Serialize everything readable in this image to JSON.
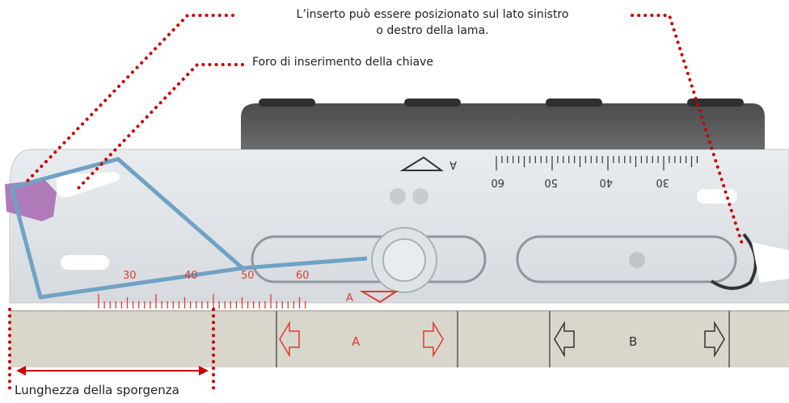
{
  "callouts": {
    "insert_side_line1": "L’inserto può essere posizionato sul lato sinistro",
    "insert_side_line2": "o destro della lama.",
    "key_hole": "Foro di inserimento della chiave",
    "overhang_length": "Lunghezza della sporgenza"
  },
  "scale_red": {
    "labels": [
      "30",
      "40",
      "50",
      "60"
    ],
    "marker": "A"
  },
  "scale_black": {
    "labels": [
      "60",
      "50",
      "40",
      "30"
    ],
    "marker": "A"
  },
  "buttons": {
    "a_label": "A",
    "b_label": "B"
  },
  "colors": {
    "callout_dots": "#cc0000",
    "red_scale": "#e03a2f",
    "insert": "#b07ab8",
    "guide_line": "#6fa2c4"
  }
}
